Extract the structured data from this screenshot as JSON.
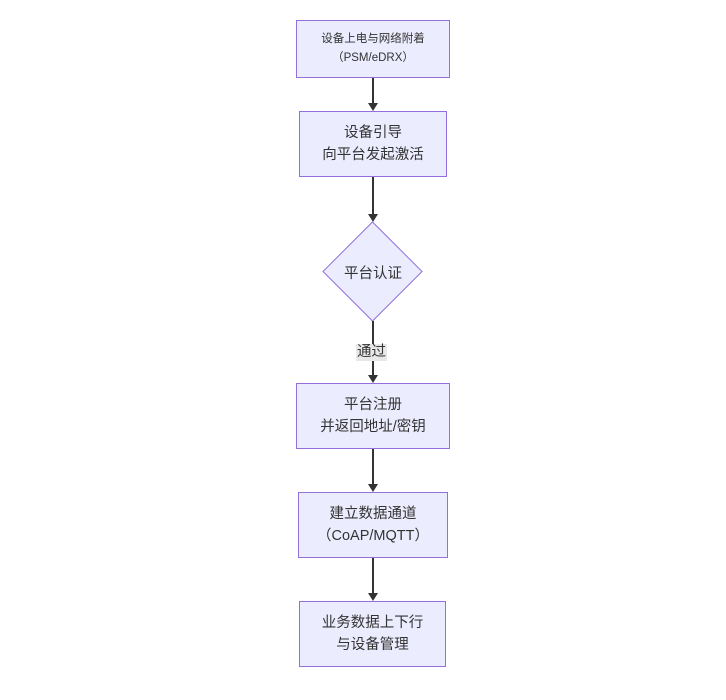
{
  "diagram": {
    "type": "flowchart",
    "direction": "top-down",
    "colors": {
      "node_fill": "#ECECFF",
      "node_border": "#9370DB",
      "arrow_color": "#333333",
      "text_color": "#333333",
      "edge_label_bg": "#e8e8e8",
      "canvas_bg": "#ffffff"
    },
    "nodes": [
      {
        "id": "power-attach",
        "shape": "rect",
        "lines": [
          "设备上电与网络附着",
          "（PSM/eDRX）"
        ]
      },
      {
        "id": "bootstrap",
        "shape": "rect",
        "lines": [
          "设备引导",
          "向平台发起激活"
        ]
      },
      {
        "id": "platform-auth",
        "shape": "diamond",
        "lines": [
          "平台认证"
        ]
      },
      {
        "id": "register",
        "shape": "rect",
        "lines": [
          "平台注册",
          "并返回地址/密钥"
        ]
      },
      {
        "id": "data-channel",
        "shape": "rect",
        "lines": [
          "建立数据通道",
          "（CoAP/MQTT）"
        ]
      },
      {
        "id": "business-data",
        "shape": "rect",
        "lines": [
          "业务数据上下行",
          "与设备管理"
        ]
      }
    ],
    "edges": [
      {
        "from": "power-attach",
        "to": "bootstrap",
        "label": ""
      },
      {
        "from": "bootstrap",
        "to": "platform-auth",
        "label": ""
      },
      {
        "from": "platform-auth",
        "to": "register",
        "label": "通过"
      },
      {
        "from": "register",
        "to": "data-channel",
        "label": ""
      },
      {
        "from": "data-channel",
        "to": "business-data",
        "label": ""
      }
    ],
    "edge_label": "通过"
  }
}
